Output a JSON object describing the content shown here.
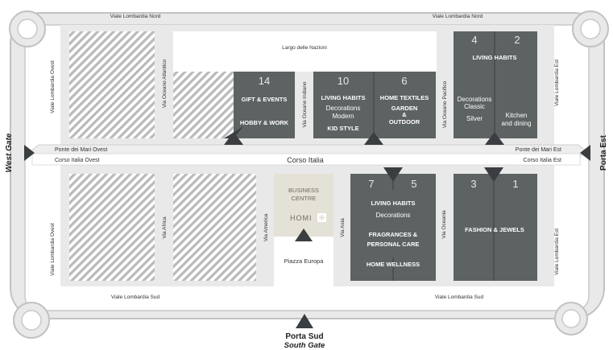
{
  "streets": {
    "viale_lombardia_nord_left": "Viale Lombardia Nord",
    "viale_lombardia_nord_right": "Viale Lombardia Nord",
    "viale_lombardia_ovest_top": "Viale Lombardia Ovest",
    "viale_lombardia_ovest_bottom": "Viale Lombardia Ovest",
    "viale_lombardia_est_top": "Viale Lombardia Est",
    "viale_lombardia_est_bottom": "Viale Lombardia Est",
    "viale_lombardia_sud_left": "Viale Lombardia Sud",
    "viale_lombardia_sud_right": "Viale Lombardia Sud",
    "largo_nazioni": "Largo delle Nazioni",
    "via_oceano_atlantico": "Via Oceano Atlantico",
    "via_oceano_indiano": "Via Oceano Indiano",
    "via_oceano_pacifico": "Via Oceano Pacifico",
    "via_africa": "Via Africa",
    "via_america": "Via America",
    "via_asia": "Via Asia",
    "via_oceania": "Via Oceania",
    "corso_italia": "Corso Italia",
    "ponte_mari_ovest": "Ponte dei Mari Ovest",
    "corso_italia_ovest": "Corso Italia Ovest",
    "ponte_mari_est": "Ponte dei Mari Est",
    "corso_italia_est": "Corso Italia Est",
    "piazza_europa": "Piazza Europa"
  },
  "gates": {
    "west": "West Gate",
    "east": "Porta Est",
    "south_it": "Porta Sud",
    "south_en": "South Gate"
  },
  "business_centre": {
    "line1": "BUSINESS",
    "line2": "CENTRE",
    "logo": "HOMI"
  },
  "halls": {
    "h14": {
      "num": "14",
      "l1": "GIFT & EVENTS",
      "l2": "HOBBY & WORK"
    },
    "h10": {
      "num": "10",
      "l1": "LIVING HABITS",
      "l2": "Decorations",
      "l3": "Modern",
      "l4": "KID STYLE"
    },
    "h6": {
      "num": "6",
      "l1": "HOME TEXTILES",
      "l2": "GARDEN",
      "l3": "&",
      "l4": "OUTDOOR"
    },
    "h4": {
      "num": "4",
      "l1": "Decorations",
      "l2": "Classic",
      "l3": "Silver"
    },
    "h2": {
      "num": "2",
      "l1": "Kitchen",
      "l2": "and dining"
    },
    "h42_title": "LIVING HABITS",
    "h7": {
      "num": "7"
    },
    "h5": {
      "num": "5"
    },
    "h75": {
      "l1": "LIVING HABITS",
      "l2": "Decorations",
      "l3": "FRAGRANCES &",
      "l4": "PERSONAL CARE",
      "l5": "HOME WELLNESS"
    },
    "h3": {
      "num": "3"
    },
    "h1": {
      "num": "1"
    },
    "h31_title": "FASHION & JEWELS"
  },
  "colors": {
    "hall": "#5d6263",
    "ring": "#e9e9e9",
    "ring_edge": "#bdbdbd",
    "hatch": "#b9b9b9",
    "business_centre": "#e4e1d6",
    "marker": "#3a3e40"
  }
}
